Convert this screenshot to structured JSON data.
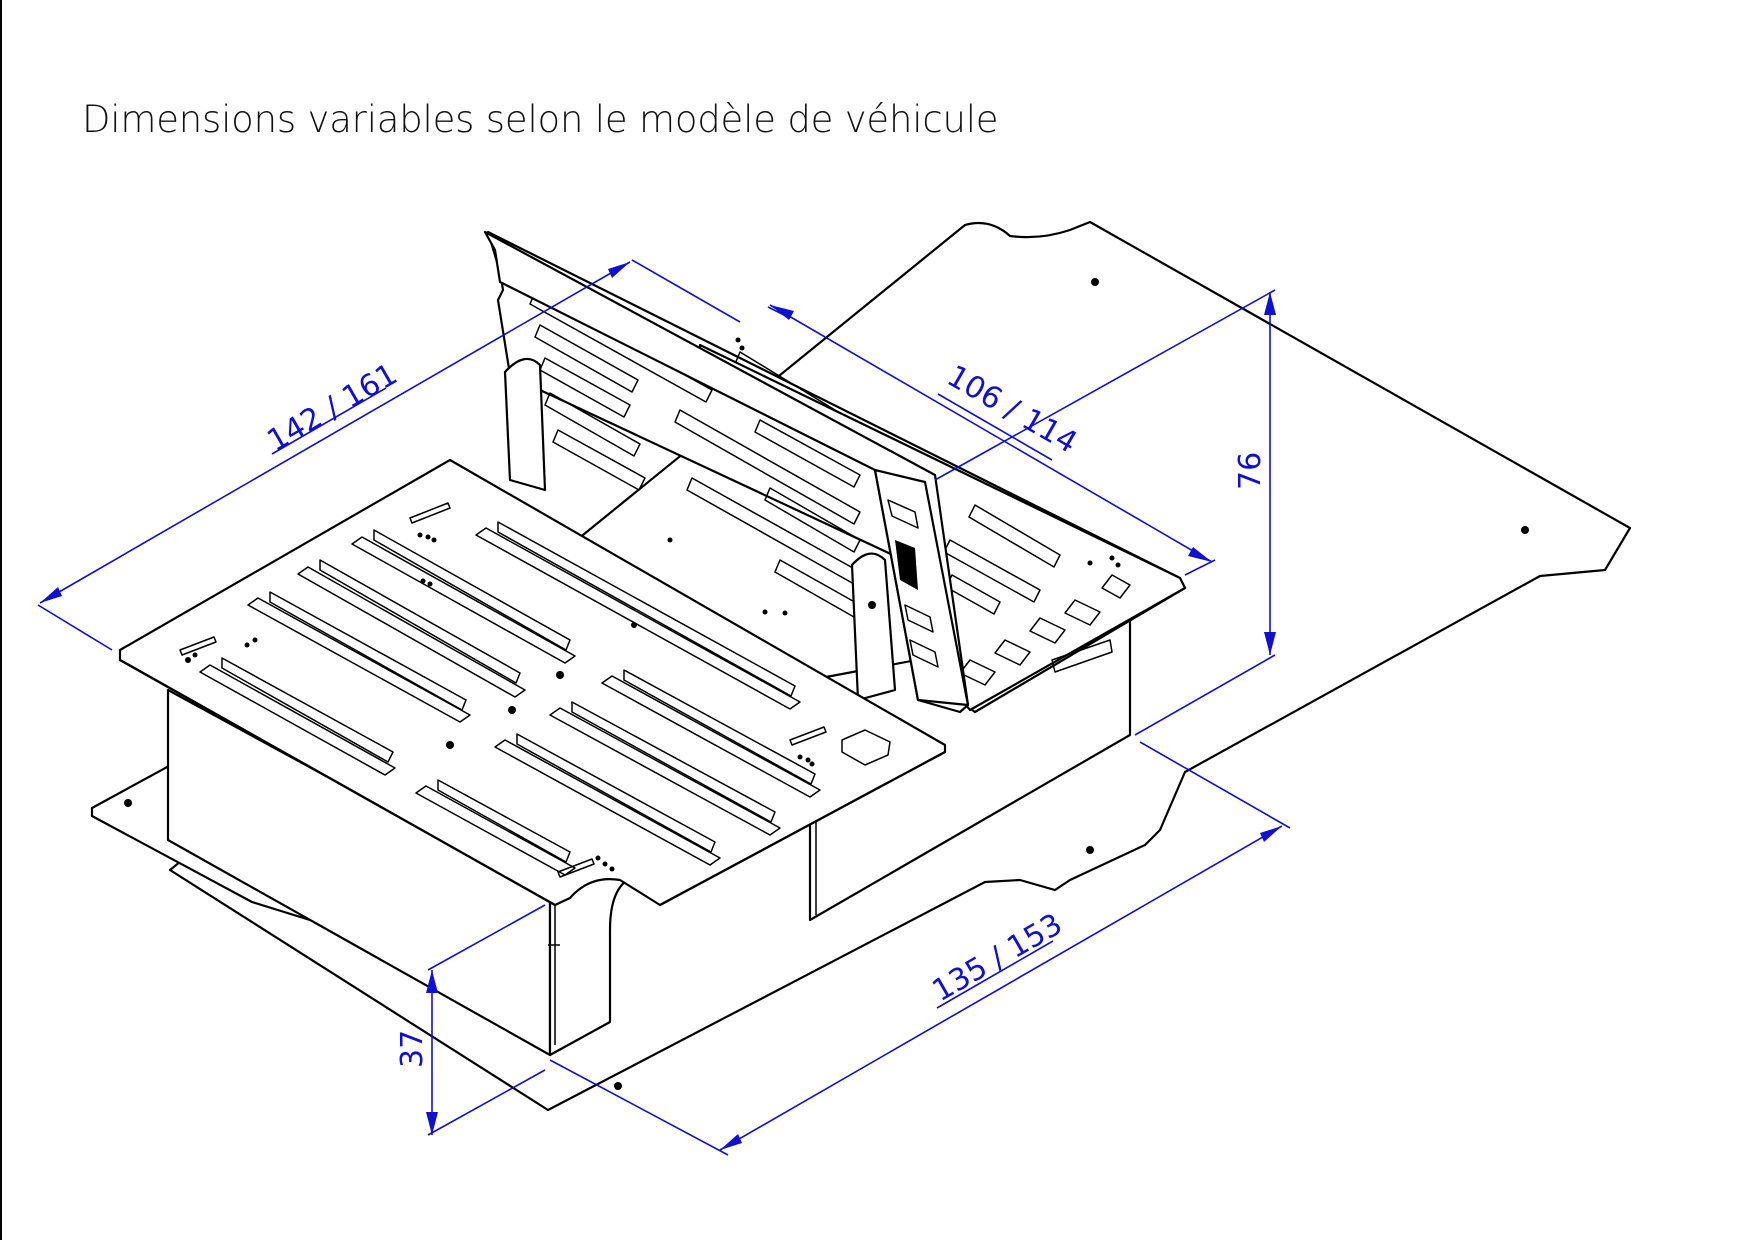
{
  "title": "Dimensions variables selon le modèle de véhicule",
  "dimensions": {
    "length": "142 / 161",
    "depth": "106 / 114",
    "height_total": "76",
    "width": "135 / 153",
    "height_base": "37"
  },
  "colors": {
    "line": "#000000",
    "dimension": "#1010d0",
    "background": "#ffffff"
  }
}
